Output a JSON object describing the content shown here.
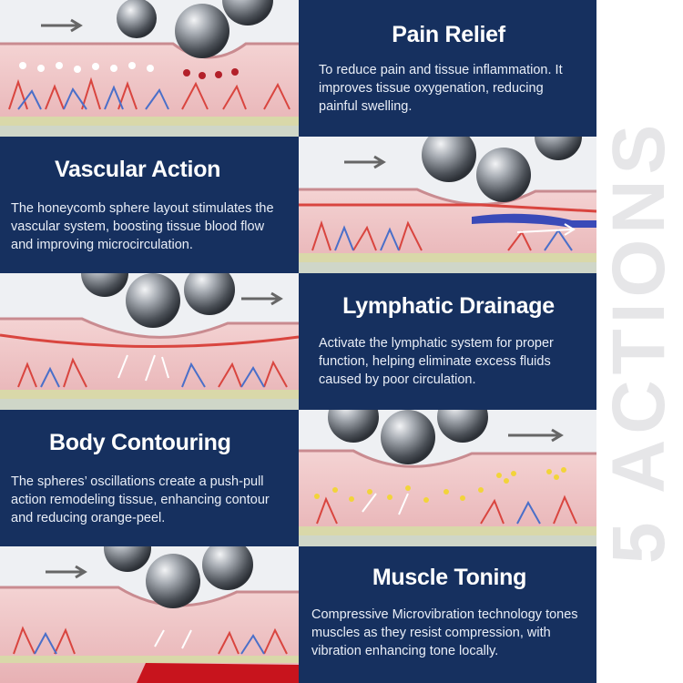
{
  "side_title": "5 ACTIONS",
  "actions": [
    {
      "title": "Pain Relief",
      "description": "To reduce pain and tissue inflammation. It improves tissue oxygenation, reducing painful swelling."
    },
    {
      "title": "Vascular Action",
      "description": "The honeycomb sphere layout stimulates the vascular system, boosting tissue blood flow and improving microcirculation."
    },
    {
      "title": "Lymphatic Drainage",
      "description": "Activate the lymphatic system for proper function, helping eliminate excess fluids caused by poor circulation."
    },
    {
      "title": "Body Contouring",
      "description": "The spheres’ oscillations create a push-pull action remodeling tissue, enhancing contour and reducing orange-peel."
    },
    {
      "title": "Muscle Toning",
      "description": "Compressive Microvibration technology tones muscles as they resist compression, with vibration enhancing tone locally."
    }
  ],
  "colors": {
    "panel": "#16305f",
    "skin": "#eec1c3",
    "vein_red": "#d9453f",
    "vein_blue": "#4a6fc9"
  }
}
